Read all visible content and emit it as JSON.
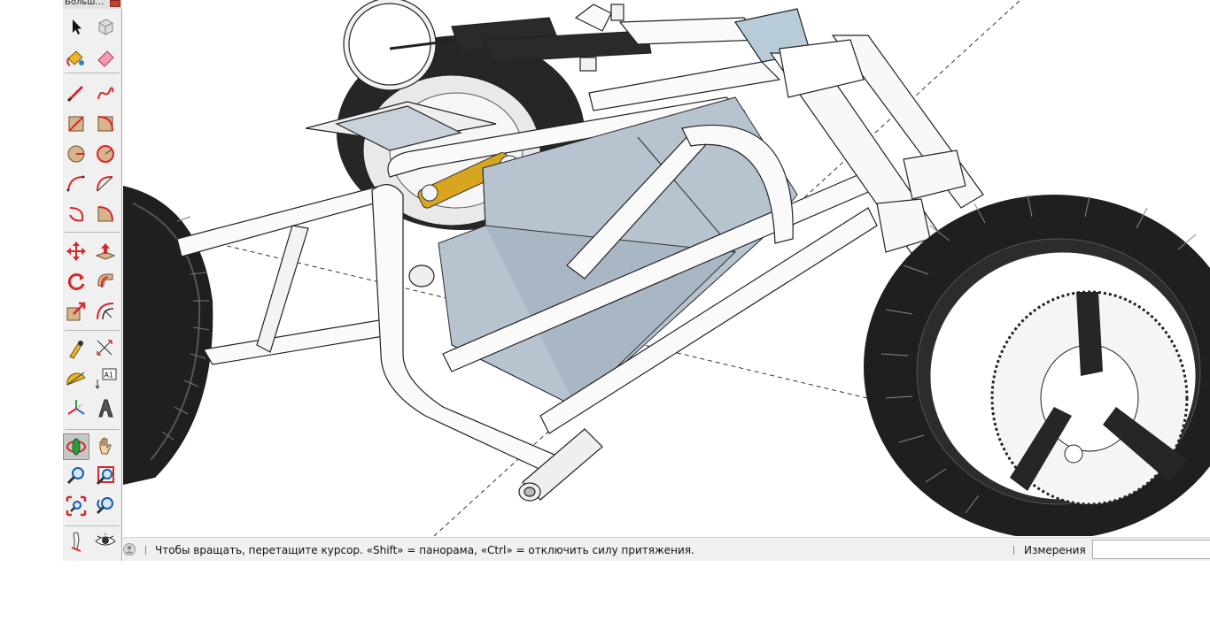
{
  "toolbar": {
    "title": "Больш…",
    "tools": [
      {
        "name": "select-tool-icon"
      },
      {
        "name": "component-tool-icon"
      },
      {
        "name": "paint-bucket-icon"
      },
      {
        "name": "eraser-icon"
      },
      {
        "name": "line-tool-icon"
      },
      {
        "name": "freehand-tool-icon"
      },
      {
        "name": "rectangle-tool-icon"
      },
      {
        "name": "rotated-rectangle-icon"
      },
      {
        "name": "circle-tool-icon"
      },
      {
        "name": "polygon-tool-icon"
      },
      {
        "name": "arc-tool-icon"
      },
      {
        "name": "two-point-arc-icon"
      },
      {
        "name": "three-point-arc-icon"
      },
      {
        "name": "pie-tool-icon"
      },
      {
        "name": "move-tool-icon"
      },
      {
        "name": "push-pull-icon"
      },
      {
        "name": "rotate-tool-icon"
      },
      {
        "name": "follow-me-icon"
      },
      {
        "name": "scale-tool-icon"
      },
      {
        "name": "offset-tool-icon"
      },
      {
        "name": "tape-measure-icon"
      },
      {
        "name": "dimension-tool-icon"
      },
      {
        "name": "protractor-icon"
      },
      {
        "name": "text-tool-icon"
      },
      {
        "name": "axes-tool-icon"
      },
      {
        "name": "3d-text-icon"
      },
      {
        "name": "orbit-tool-icon"
      },
      {
        "name": "pan-tool-icon"
      },
      {
        "name": "zoom-tool-icon"
      },
      {
        "name": "zoom-window-icon"
      },
      {
        "name": "zoom-extents-icon"
      },
      {
        "name": "previous-view-icon"
      },
      {
        "name": "walk-tool-icon"
      },
      {
        "name": "look-around-icon"
      }
    ],
    "text_tool_label": "A1"
  },
  "status": {
    "hint": "Чтобы вращать, перетащите курсор. «Shift» = панорама, «Ctrl» = отключить силу притяжения.",
    "measurements_label": "Измерения",
    "measurements_value": ""
  },
  "colors": {
    "accent_red": "#d42a2a",
    "panel_blue": "#b7c4d0",
    "tire": "#1f1f1f"
  }
}
